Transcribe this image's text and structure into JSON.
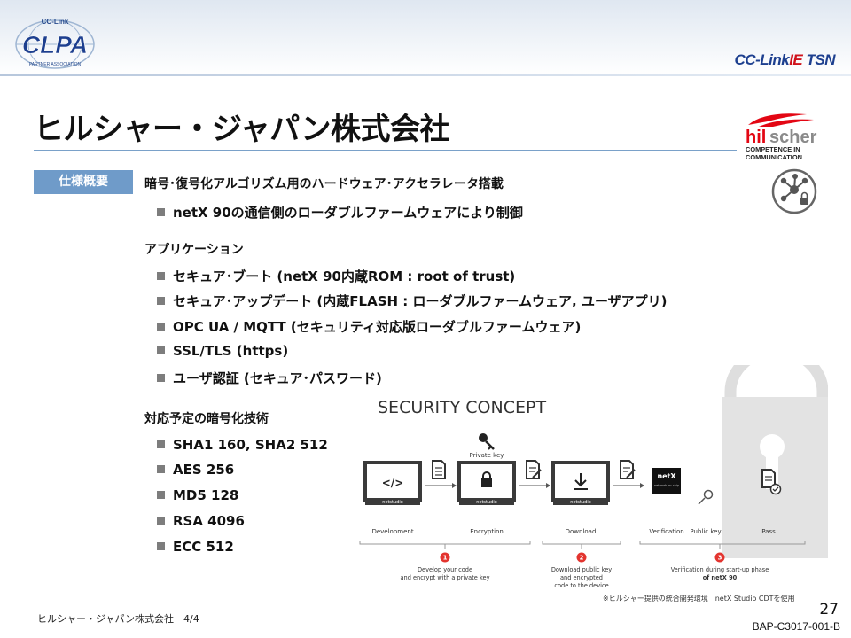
{
  "header": {
    "clpa_logo": {
      "top": "CC-Link",
      "main": "CLPA",
      "bottom": "PARTNER ASSOCIATION"
    },
    "cclink_logo": {
      "cc": "CC-Link",
      "ie": "IE",
      "tsn": " TSN"
    }
  },
  "slide": {
    "title": "ヒルシャー・ジャパン株式会社",
    "hilscher_logo": {
      "hil": "hil",
      "scher": "scher",
      "line1": "COMPETENCE IN",
      "line2": "COMMUNICATION"
    },
    "badge": "仕様概要",
    "spec_heading": "暗号･復号化アルゴリズム用のハードウェア･アクセラレータ搭載",
    "spec_bullet": "netX 90の通信側のローダブルファームウェアにより制御",
    "app_heading": "アプリケーション",
    "app_bullets": [
      "セキュア･ブート (netX 90内蔵ROM : root of trust)",
      "セキュア･アップデート (内蔵FLASH : ローダブルファームウェア, ユーザアプリ)",
      "OPC UA / MQTT (セキュリティ対応版ローダブルファームウェア)",
      "SSL/TLS (https)",
      "ユーザ認証 (セキュア･パスワード)"
    ],
    "crypto_heading": "対応予定の暗号化技術",
    "crypto_bullets": [
      "SHA1 160, SHA2 512",
      "AES 256",
      "MD5 128",
      "RSA 4096",
      "ECC 512"
    ]
  },
  "diagram": {
    "title": "SECURITY CONCEPT",
    "private_key": "Private key",
    "screen_code": "</>",
    "monitor_brand": "netstudio",
    "chip_label": "netX",
    "chip_sub": "network on chip",
    "stages": [
      "Development",
      "Encryption",
      "Download",
      "Verification",
      "Public key",
      "Pass"
    ],
    "steps": [
      {
        "num": "1",
        "text": [
          "Develop your code",
          "and encrypt with a private key"
        ]
      },
      {
        "num": "2",
        "text": [
          "Download public key",
          "and encrypted",
          "code to the device"
        ]
      },
      {
        "num": "3",
        "text": [
          "Verification during start-up phase",
          "of netX 90"
        ]
      }
    ],
    "accent_color": "#e3342f"
  },
  "footnote": "※ヒルシャー提供の統合開発環境　netX Studio CDTを使用",
  "footer": {
    "left": "ヒルシャー・ジャパン株式会社　4/4",
    "page": "27",
    "code": "BAP-C3017-001-B"
  }
}
